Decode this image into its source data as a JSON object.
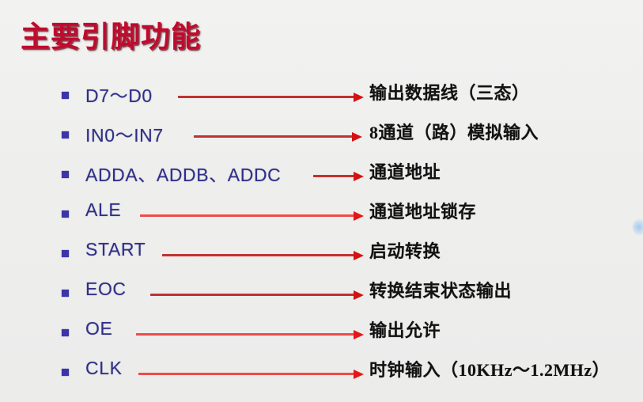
{
  "slide": {
    "title": "主要引脚功能",
    "title_color": "#c10a2c",
    "background_color": "#f0f0ef",
    "label_color": "#2f2f87",
    "bullet_color": "#3b35a8",
    "arrow_color": "#c23131",
    "desc_color": "#121212"
  },
  "rows": [
    {
      "bullet": "square-bullet",
      "pin": "D7～D0",
      "arrow": {
        "start": 225,
        "end": 460,
        "style": "dark"
      },
      "description": "输出数据线（三态）"
    },
    {
      "bullet": "square-bullet",
      "pin": "IN0～IN7",
      "arrow": {
        "start": 245,
        "end": 458,
        "style": "dark"
      },
      "description": "8通道（路）模拟输入"
    },
    {
      "bullet": "square-bullet",
      "pin": "ADDA、ADDB、ADDC",
      "arrow": {
        "start": 396,
        "end": 460,
        "style": "dark"
      },
      "description": "通道地址"
    },
    {
      "bullet": "square-bullet",
      "pin": "ALE",
      "arrow": {
        "start": 177,
        "end": 460,
        "style": "light"
      },
      "description": "通道地址锁存"
    },
    {
      "bullet": "square-bullet",
      "pin": "START",
      "arrow": {
        "start": 205,
        "end": 460,
        "style": "dark"
      },
      "description": "启动转换"
    },
    {
      "bullet": "square-bullet",
      "pin": "EOC",
      "arrow": {
        "start": 190,
        "end": 460,
        "style": "dark"
      },
      "description": "转换结束状态输出"
    },
    {
      "bullet": "square-bullet",
      "pin": "OE",
      "arrow": {
        "start": 172,
        "end": 460,
        "style": "light"
      },
      "description": "输出允许"
    },
    {
      "bullet": "square-bullet",
      "pin": "CLK",
      "arrow": {
        "start": 175,
        "end": 460,
        "style": "light"
      },
      "description": "时钟输入（10KHz～1.2MHz）"
    }
  ]
}
